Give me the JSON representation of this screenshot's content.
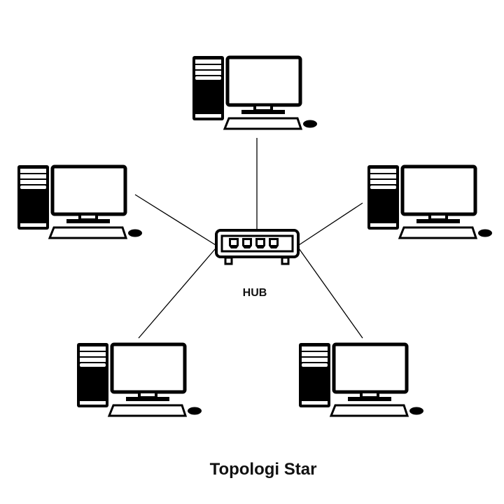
{
  "diagram": {
    "title": "Topologi Star",
    "hub_label": "HUB",
    "nodes": [
      {
        "id": "computer-top",
        "type": "computer"
      },
      {
        "id": "computer-left",
        "type": "computer"
      },
      {
        "id": "computer-right",
        "type": "computer"
      },
      {
        "id": "computer-bottom-left",
        "type": "computer"
      },
      {
        "id": "computer-bottom-right",
        "type": "computer"
      }
    ],
    "edges": [
      [
        "hub",
        "computer-top"
      ],
      [
        "hub",
        "computer-left"
      ],
      [
        "hub",
        "computer-right"
      ],
      [
        "hub",
        "computer-bottom-left"
      ],
      [
        "hub",
        "computer-bottom-right"
      ]
    ],
    "line_color": "#000000"
  }
}
